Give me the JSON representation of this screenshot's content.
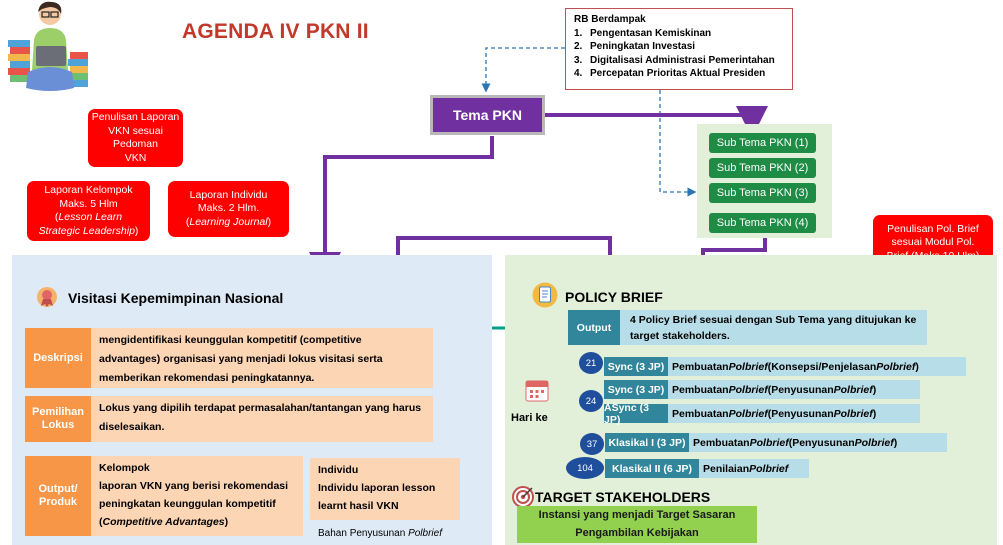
{
  "header": {
    "title": "AGENDA IV PKN II"
  },
  "rb_box": {
    "heading": "RB Berdampak",
    "items": [
      {
        "num": "1.",
        "text": "Pengentasan Kemiskinan"
      },
      {
        "num": "2.",
        "text": "Peningkatan Investasi"
      },
      {
        "num": "3.",
        "text": "Digitalisasi Administrasi Pemerintahan"
      },
      {
        "num": "4.",
        "text": "Percepatan Prioritas Aktual Presiden"
      }
    ]
  },
  "tema": {
    "label": "Tema PKN"
  },
  "sub_tema": [
    "Sub Tema PKN (1)",
    "Sub Tema PKN (2)",
    "Sub Tema PKN (3)",
    "Sub Tema PKN (4)"
  ],
  "red_boxes": {
    "laporan_vkn": [
      "Penulisan Laporan",
      "VKN sesuai Pedoman",
      "VKN"
    ],
    "laporan_kelompok": {
      "line1": "Laporan Kelompok",
      "line2": "Maks. 5 Hlm",
      "line3_pre": "(",
      "line3_italic": "Lesson Learn",
      "line4_italic": "Strategic Leadership",
      "line4_post": ")"
    },
    "laporan_individu": {
      "line1": "Laporan Individu",
      "line2": "Maks. 2 Hlm.",
      "line3_pre": "(",
      "line3_italic": "Learning Journal",
      "line3_post": ")"
    },
    "pol_brief": [
      "Penulisan Pol. Brief",
      "sesuai Modul Pol.",
      "Brief (Maks 10 Hlm)"
    ]
  },
  "visitasi": {
    "title": "Visitasi Kepemimpinan Nasional",
    "deskripsi_label": "Deskripsi",
    "deskripsi_text": [
      "mengidentifikasi keunggulan kompetitif (competitive",
      "advantages) organisasi yang menjadi lokus visitasi serta",
      "memberikan rekomendasi peningkatannya."
    ],
    "pemilihan_label": [
      "Pemilihan",
      "Lokus"
    ],
    "pemilihan_text": [
      "Lokus yang dipilih terdapat permasalahan/tantangan yang harus",
      "diselesaikan."
    ],
    "output_label": [
      "Output/",
      "Produk"
    ],
    "kelompok": {
      "heading": "Kelompok",
      "l1": "laporan VKN yang berisi rekomendasi",
      "l2": "peningkatan keunggulan kompetitif",
      "l3_pre": "(",
      "l3_italic": "Competitive Advantages",
      "l3_post": ")"
    },
    "individu": {
      "heading": "Individu",
      "l1": "Individu laporan lesson",
      "l2": "learnt hasil VKN"
    },
    "bahan": {
      "pre": "Bahan Penyusunan ",
      "italic": "Polbrief"
    }
  },
  "policy_brief": {
    "title": "POLICY BRIEF",
    "output_label": "Output",
    "output_text": [
      "4 Policy Brief sesuai dengan Sub Tema yang ditujukan ke",
      "target stakeholders."
    ],
    "hari_ke": "Hari ke",
    "days": [
      "21",
      "24",
      "37",
      "104"
    ],
    "rows": [
      {
        "tag": "Sync (3 JP)",
        "pre": "Pembuatan ",
        "i1": "Polbrief",
        "mid": " (Konsepsi/Penjelasan ",
        "i2": "Polbrief",
        "post": ")"
      },
      {
        "tag": "Sync (3 JP)",
        "pre": "Pembuatan ",
        "i1": "Polbrief",
        "mid": " (Penyusunan ",
        "i2": "Polbrief",
        "post": ")"
      },
      {
        "tag": "ASync (3 JP)",
        "pre": "Pembuatan ",
        "i1": "Polbrief",
        "mid": " (Penyusunan ",
        "i2": "Polbrief",
        "post": ")"
      },
      {
        "tag": "Klasikal I (3 JP)",
        "pre": "Pembuatan ",
        "i1": "Polbrief",
        "mid": " (Penyusunan ",
        "i2": "Polbrief",
        "post": ")"
      },
      {
        "tag": "Klasikal II (6 JP)",
        "pre": "Penilaian ",
        "i1": "Polbrief",
        "mid": "",
        "i2": "",
        "post": ""
      }
    ]
  },
  "target": {
    "title": "TARGET STAKEHOLDERS",
    "lines": [
      "Instansi yang menjadi Target Sasaran",
      "Pengambilan Kebijakan"
    ]
  },
  "colors": {
    "purple": "#7030a0",
    "teal_arrow": "#00a08a",
    "red": "#ff0000",
    "title_red": "#c0392b"
  },
  "icons": [
    "person-with-laptop-illustration",
    "award-badge-icon",
    "document-icon",
    "calendar-icon",
    "target-icon"
  ]
}
